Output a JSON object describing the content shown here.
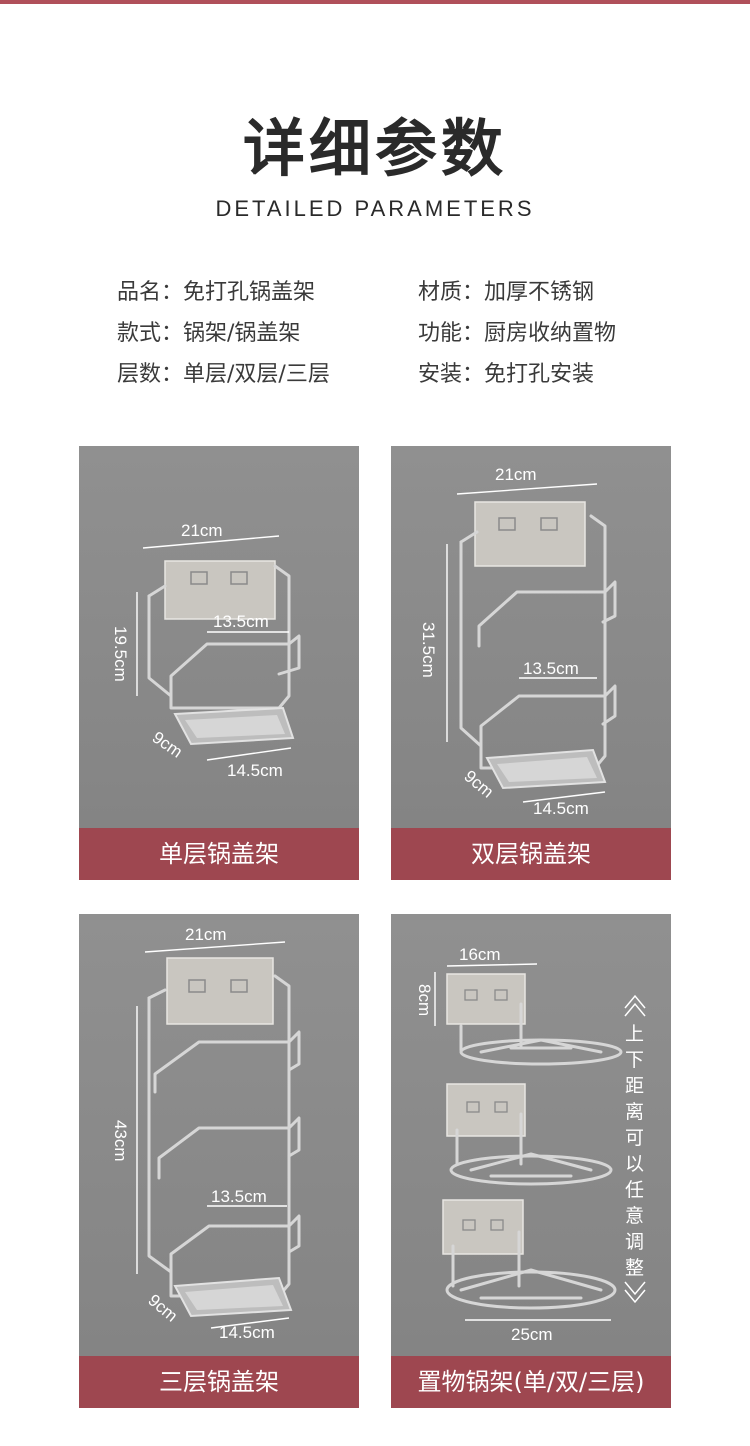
{
  "header": {
    "title": "详细参数",
    "subtitle": "DETAILED PARAMETERS"
  },
  "params": {
    "left": [
      {
        "text": "品名：免打孔锅盖架"
      },
      {
        "text": "款式：锅架/锅盖架"
      },
      {
        "text": "层数：单层/双层/三层"
      }
    ],
    "right": [
      {
        "text": "材质：加厚不锈钢"
      },
      {
        "text": "功能：厨房收纳置物"
      },
      {
        "text": "安装：免打孔安装"
      }
    ]
  },
  "colors": {
    "accent": "#9e4750",
    "top_bar": "#b0505a",
    "photo_bg": "#8a8a8a"
  },
  "cards": [
    {
      "caption": "单层锅盖架",
      "dims": {
        "width": "21cm",
        "height": "19.5cm",
        "inner": "13.5cm",
        "depth": "9cm",
        "tray": "14.5cm"
      }
    },
    {
      "caption": "双层锅盖架",
      "dims": {
        "width": "21cm",
        "height": "31.5cm",
        "inner": "13.5cm",
        "depth": "9cm",
        "tray": "14.5cm"
      }
    },
    {
      "caption": "三层锅盖架",
      "dims": {
        "width": "21cm",
        "height": "43cm",
        "inner": "13.5cm",
        "depth": "9cm",
        "tray": "14.5cm"
      }
    },
    {
      "caption": "置物锅架(单/双/三层)",
      "dims": {
        "width": "16cm",
        "height": "8cm",
        "bottom": "25cm"
      },
      "side_note": [
        "上",
        "下",
        "距",
        "离",
        "可",
        "以",
        "任",
        "意",
        "调",
        "整"
      ]
    }
  ]
}
